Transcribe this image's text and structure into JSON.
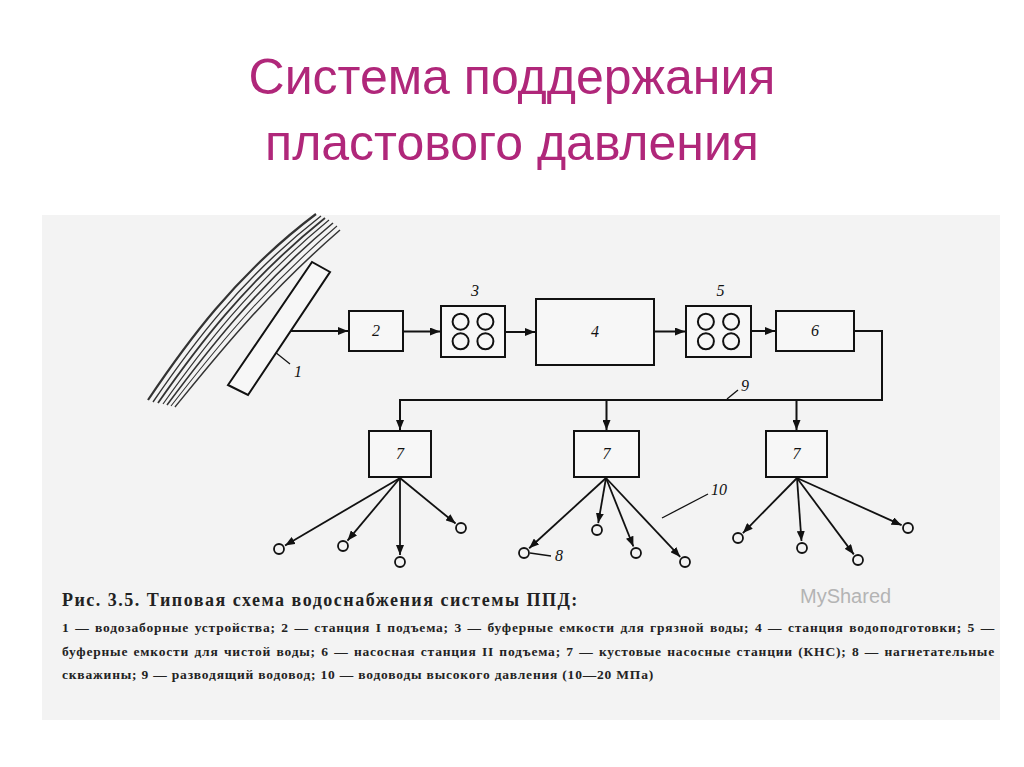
{
  "diagram": {
    "title": "Система поддержания пластового давления",
    "caption": "Рис. 3.5. Типовая схема водоснабжения системы ППД:",
    "nodes": [
      {
        "text": [
          "1"
        ]
      },
      {
        "text": [
          "2"
        ]
      },
      {
        "text": [
          "3"
        ]
      },
      {
        "text": [
          "4"
        ]
      },
      {
        "text": [
          "5"
        ]
      },
      {
        "text": [
          "6"
        ]
      },
      {
        "text": [
          "7"
        ]
      },
      {
        "text": [
          "7"
        ]
      },
      {
        "text": [
          "7"
        ]
      }
    ],
    "edges": [
      {
        "from": 0,
        "to": 1,
        "arrow": "to"
      },
      {
        "from": 1,
        "to": 2,
        "arrow": "to"
      },
      {
        "from": 2,
        "to": 3,
        "arrow": "to"
      },
      {
        "from": 3,
        "to": 4,
        "arrow": "to"
      },
      {
        "from": 4,
        "to": 5,
        "arrow": "to"
      },
      {
        "from": 5,
        "to": 6,
        "arrow": "to"
      },
      {
        "from": 5,
        "to": 7,
        "arrow": "to"
      },
      {
        "from": 5,
        "to": 8,
        "arrow": "to"
      }
    ],
    "labels": [
      "9",
      "10",
      "8",
      "1 — водозаборные устройства; 2 — станция I подъема; 3 — буферные емкости для грязной воды; 4 — станция водоподготовки; 5 — буферные емкости для чистой воды; 6 — насосная станция II подъема; 7 — кустовые насосные станции (КНС); 8 — нагнетательные скважины; 9 — разводящий водовод; 10 — водоводы высокого давления (10—20 МПа)",
      "MyShared"
    ]
  }
}
